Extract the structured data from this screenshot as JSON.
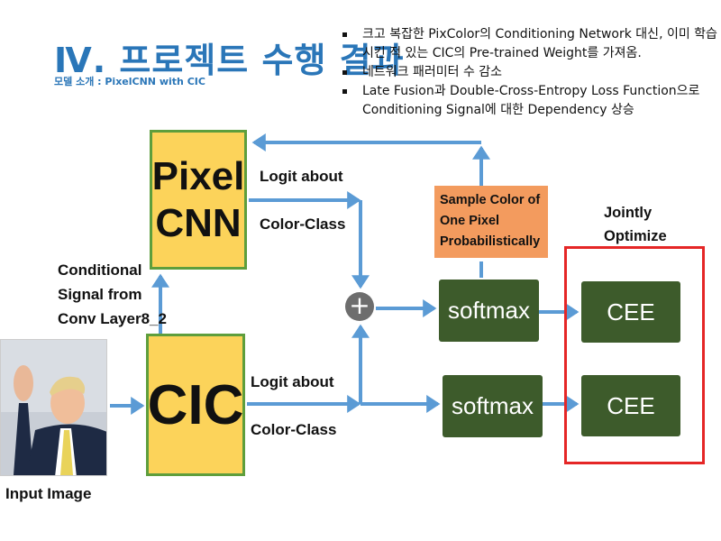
{
  "header": {
    "title": "Ⅳ. 프로젝트 수행 결과",
    "subtitle": "모델 소개 : PixelCNN with CIC"
  },
  "bullets": [
    "크고 복잡한 PixColor의 Conditioning Network 대신, 이미 학습시킨 적 있는 CIC의 Pre-trained Weight를 가져옴.",
    "네트워크 패러미터 수 감소",
    "Late Fusion과 Double-Cross-Entropy Loss Function으로 Conditioning Signal에 대한 Dependency 상승"
  ],
  "diagram": {
    "pixelcnn_line1": "Pixel",
    "pixelcnn_line2": "CNN",
    "cic": "CIC",
    "logit_top_1": "Logit about",
    "logit_top_2": "Color-Class",
    "logit_bottom_1": "Logit about",
    "logit_bottom_2": "Color-Class",
    "cond_1": "Conditional",
    "cond_2": "Signal from",
    "cond_3": "Conv Layer8_2",
    "sample_1": "Sample Color of",
    "sample_2": "One Pixel",
    "sample_3": "Probabilistically",
    "jointly_1": "Jointly",
    "jointly_2": "Optimize",
    "softmax_top": "softmax",
    "softmax_bottom": "softmax",
    "cee_top": "CEE",
    "cee_bottom": "CEE",
    "plus": "+",
    "input_image": "Input Image"
  },
  "colors": {
    "arrow": "#5b9bd5",
    "box_fill": "#fcd35a",
    "box_border": "#5e9e3c",
    "dark_green": "#3d5b2b",
    "orange": "#f39b5e",
    "red": "#e52626",
    "title_blue": "#2a76b8"
  }
}
